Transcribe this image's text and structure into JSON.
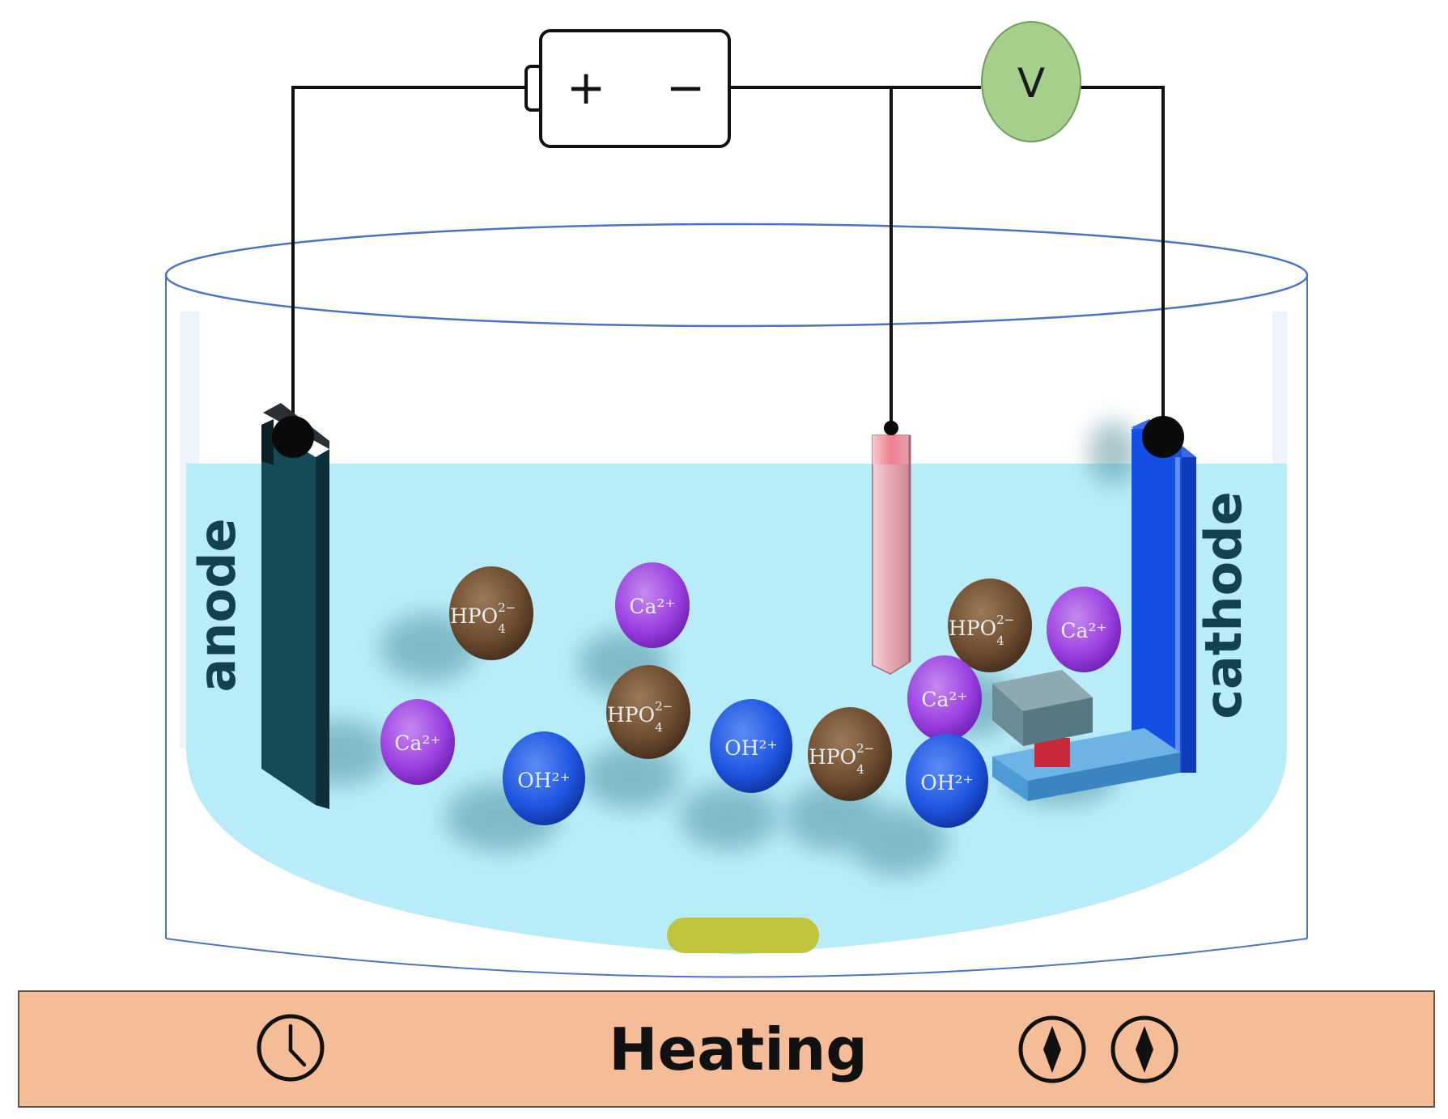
{
  "circuit": {
    "battery": {
      "plus": "+",
      "minus": "−"
    },
    "voltmeter": "V"
  },
  "labels": {
    "anode": "anode",
    "cathode": "cathode"
  },
  "heater": {
    "label": "Heating",
    "icons": [
      "clock-icon",
      "knob-icon",
      "knob-icon"
    ]
  },
  "ions": {
    "hpo4": {
      "base": "HPO",
      "sup": "2−",
      "sub": "4"
    },
    "ca": "Ca²⁺",
    "oh": "OH²⁺"
  },
  "colors": {
    "electrolyte": "#b8ecf8",
    "anode": "#154b56",
    "cathode": "#1450e6",
    "reference_electrode": "#e8b0b8",
    "hpo4_ion": "#6b4a2e",
    "ca_ion": "#9a3fe0",
    "oh_ion": "#1d55e0",
    "voltmeter": "#a6cf8c",
    "heater": "#f4bd98",
    "stir_bar": "#bfc43c",
    "sample_base": "#4d9bd6",
    "sample_block": "#6a8c95",
    "sample_deposit": "#c8283a"
  }
}
